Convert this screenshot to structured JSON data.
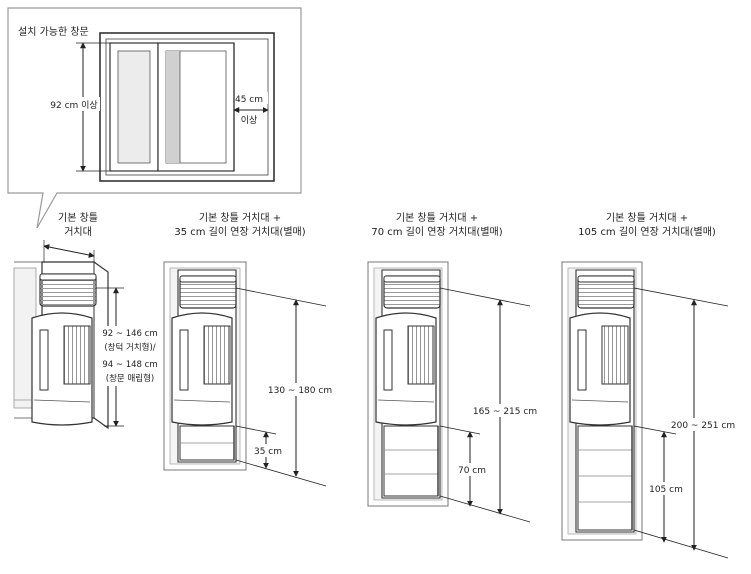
{
  "callout": {
    "title": "설치 가능한 창문",
    "height_min": "92 cm 이상",
    "width_value": "45 cm",
    "width_suffix": "이상"
  },
  "panels": [
    {
      "caption_lines": [
        "기본 창틀",
        "거치대"
      ],
      "dim_main_range": "92 ~ 146 cm",
      "dim_main_note": "(창턱 거치형)/",
      "dim_alt_range": "94 ~ 148 cm",
      "dim_alt_note": "(창문 매립형)"
    },
    {
      "caption_lines": [
        "기본 창틀 거치대 +",
        "35 cm 길이 연장 거치대(별매)"
      ],
      "dim_total": "130 ~ 180 cm",
      "dim_extension": "35 cm"
    },
    {
      "caption_lines": [
        "기본 창틀 거치대 +",
        "70 cm 길이 연장 거치대(별매)"
      ],
      "dim_total": "165 ~ 215 cm",
      "dim_extension": "70 cm"
    },
    {
      "caption_lines": [
        "기본 창틀 거치대 +",
        "105 cm 길이 연장 거치대(별매)"
      ],
      "dim_total": "200 ~ 251 cm",
      "dim_extension": "105 cm"
    }
  ]
}
